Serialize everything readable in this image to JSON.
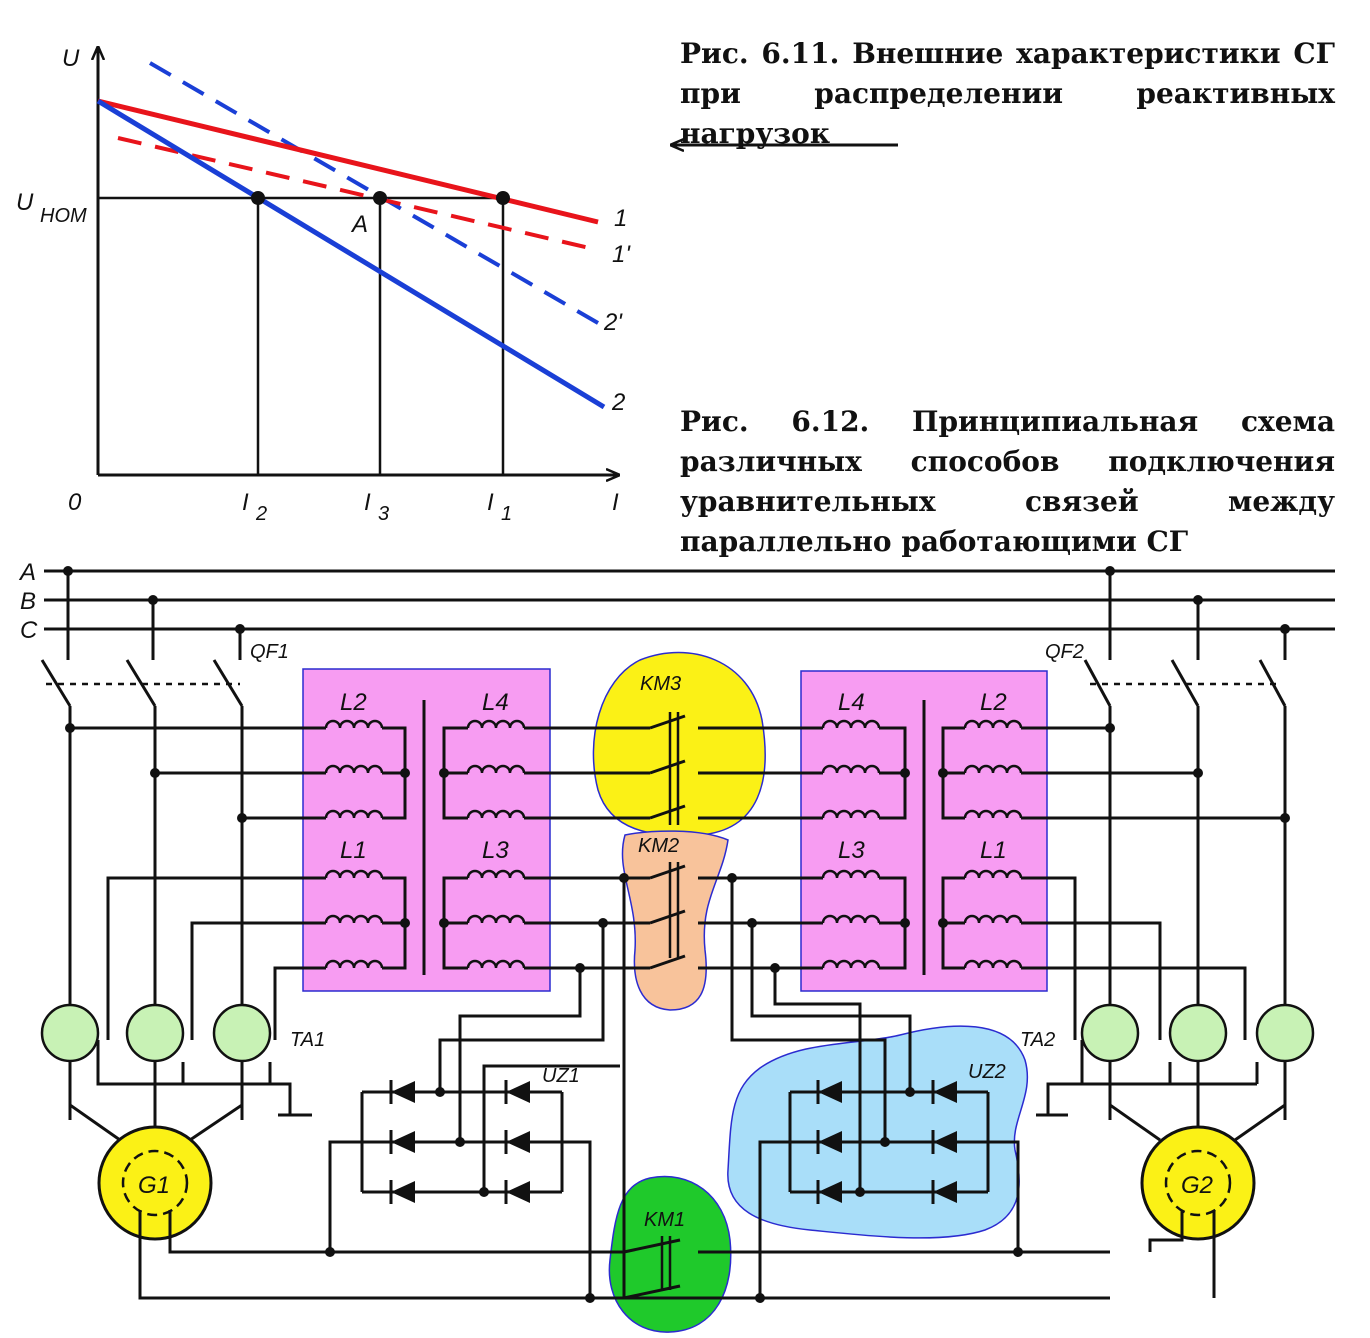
{
  "fig611": {
    "caption_number": "Рис. 6.11.",
    "caption_text": "Внешние характеристики СГ при распределении реактивных нагрузок",
    "axis_u": "U",
    "axis_i": "I",
    "origin": "0",
    "u_nom": "U",
    "u_nom_sub": "НОМ",
    "point_a": "A",
    "i2": "I",
    "i2_sub": "2",
    "i3": "I",
    "i3_sub": "3",
    "i1": "I",
    "i1_sub": "1",
    "curve1": "1",
    "curve1p": "1'",
    "curve2p": "2'",
    "curve2": "2",
    "colors": {
      "curve1": "#e8141b",
      "curve2": "#1a3fd6"
    }
  },
  "fig612": {
    "caption_number": "Рис. 6.12.",
    "caption_text": "Принципиальная схема различных способов подключения уравнительных связей между параллельно работающими СГ",
    "bus_a": "A",
    "bus_b": "B",
    "bus_c": "C",
    "qf1": "QF1",
    "qf2": "QF2",
    "left_block": {
      "l_top_left": "L2",
      "l_top_right": "L4",
      "l_bot_left": "L1",
      "l_bot_right": "L3"
    },
    "right_block": {
      "l_top_left": "L4",
      "l_top_right": "L2",
      "l_bot_left": "L3",
      "l_bot_right": "L1"
    },
    "km3": "KM3",
    "km2": "KM2",
    "km1": "KM1",
    "ta1": "TA1",
    "ta2": "TA2",
    "uz1": "UZ1",
    "uz2": "UZ2",
    "g1": "G1",
    "g2": "G2",
    "colors": {
      "reactor_block": "#f79cf2",
      "km3": "#fbf116",
      "km2": "#f8c39b",
      "km1": "#1fc92b",
      "uz2": "#a9def9",
      "ta": "#c8f2b5",
      "generator": "#fbf116"
    }
  }
}
